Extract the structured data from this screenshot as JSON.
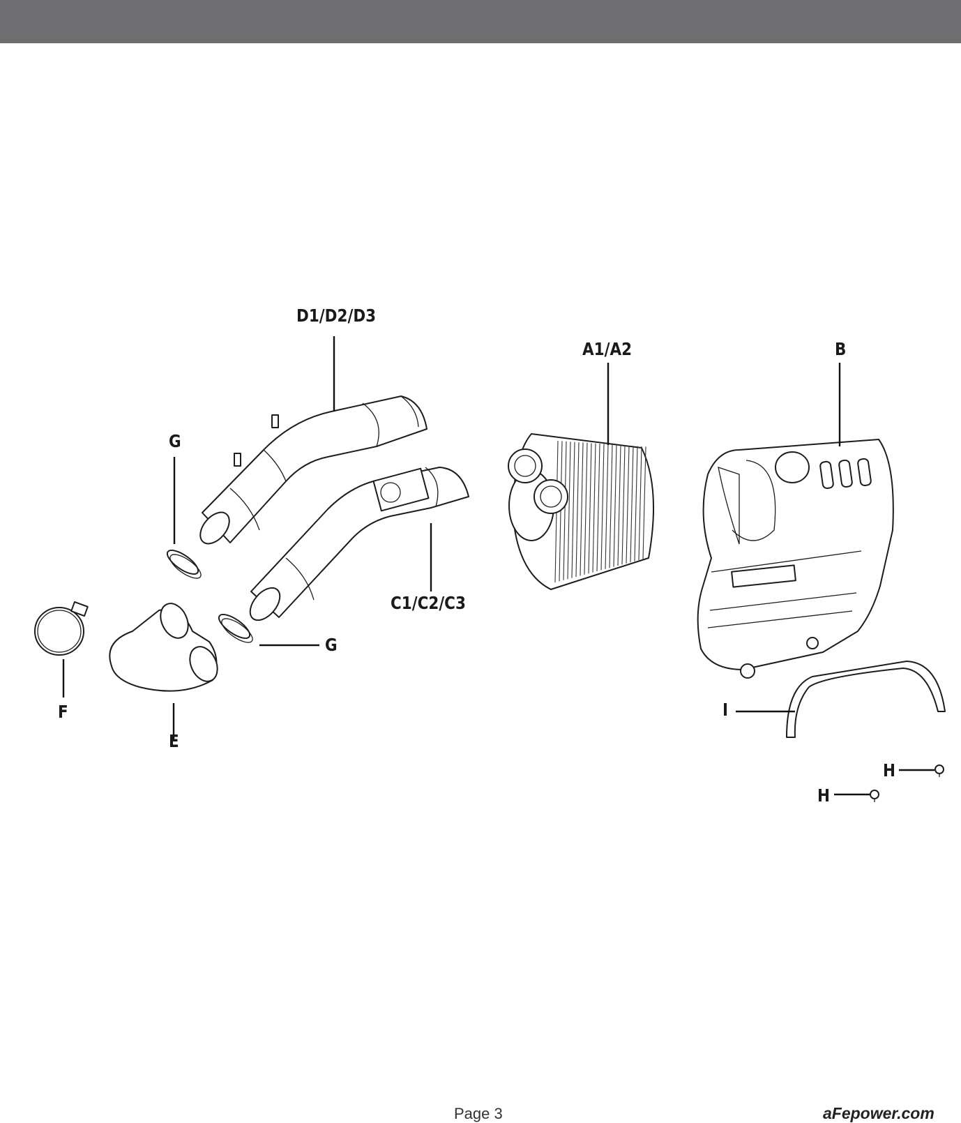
{
  "header": {
    "band_color": "#6e6e71"
  },
  "labels": {
    "d": "D1/D2/D3",
    "a": "A1/A2",
    "b": "B",
    "g_top": "G",
    "g_bottom": "G",
    "c": "C1/C2/C3",
    "f": "F",
    "e": "E",
    "i": "I",
    "h1": "H",
    "h2": "H"
  },
  "footer": {
    "page": "Page 3",
    "site": "aFepower.com"
  }
}
